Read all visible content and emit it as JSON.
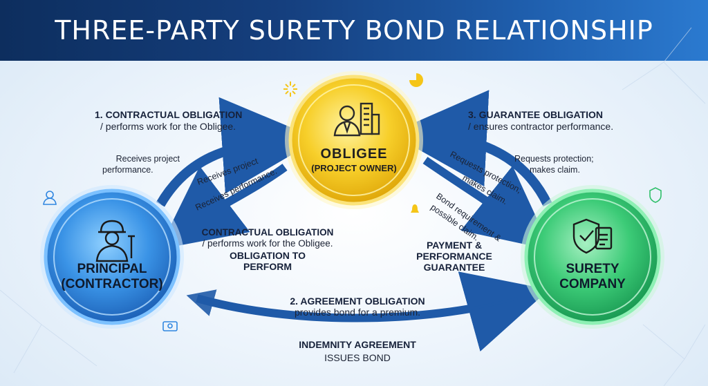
{
  "title": "THREE-PARTY SURETY BOND RELATIONSHIP",
  "nodes": {
    "obligee": {
      "title": "OBLIGEE",
      "subtitle": "(PROJECT OWNER)",
      "icon": "business-person-building-icon"
    },
    "principal": {
      "title": "PRINCIPAL",
      "subtitle": "(CONTRACTOR)",
      "icon": "construction-worker-icon"
    },
    "surety": {
      "title": "SURETY",
      "subtitle": "COMPANY",
      "icon": "shield-document-icon"
    }
  },
  "relations": {
    "contractual_top": {
      "heading": "1. CONTRACTUAL OBLIGATION",
      "text": "/ performs work for the Obligee."
    },
    "guarantee_top": {
      "heading": "3. GUARANTEE OBLIGATION",
      "text": "/ ensures contractor performance."
    },
    "receives_left": {
      "line1": "Receives project",
      "line2": "performance."
    },
    "arrow_receives_project": "Receives project",
    "arrow_receives_performance": "Receives performance.",
    "requests_right": {
      "line1": "Requests protection;",
      "line2": "makes claim."
    },
    "arrow_requests_protection": "Requests protection;",
    "arrow_makes_claim": "makes claim.",
    "arrow_bond_req_1": "Bond requirement &",
    "arrow_bond_req_2": "possible claim.",
    "contractual_mid": {
      "heading": "CONTRACTUAL OBLIGATION",
      "text": "/ performs work for the Obligee."
    },
    "obligation_perform": {
      "line1": "OBLIGATION TO",
      "line2": "PERFORM"
    },
    "payment_guarantee": {
      "line1": "PAYMENT &",
      "line2": "PERFORMANCE",
      "line3": "GUARANTEE"
    },
    "agreement": {
      "heading": "2. AGREEMENT OBLIGATION",
      "text": "provides bond for a premium."
    },
    "indemnity": {
      "heading": "INDEMNITY AGREEMENT",
      "text": "ISSUES BOND"
    }
  },
  "colors": {
    "obligee": "#f5c518",
    "principal": "#2f86e0",
    "surety": "#2fbf6a",
    "arrow": "#1f5aa8",
    "title_bar": "#153f7e"
  }
}
